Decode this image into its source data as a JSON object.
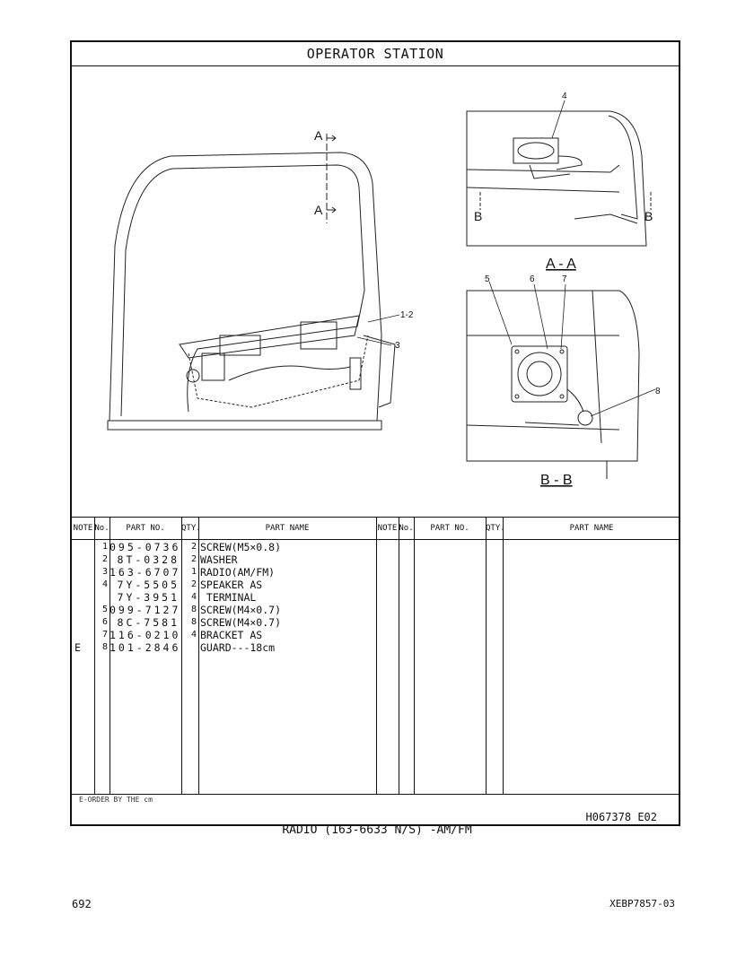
{
  "title": "OPERATOR STATION",
  "drawing_labels": {
    "a_top": "A",
    "a_bottom": "A",
    "c12": "1-2",
    "c3": "3",
    "c4": "4",
    "b_left": "B",
    "b_right": "B",
    "view_aa": "A - A",
    "c5": "5",
    "c6": "6",
    "c7": "7",
    "c8": "8",
    "view_bb": "B - B"
  },
  "table": {
    "headers": {
      "note": "NOTE",
      "no": "No.",
      "part_no": "PART NO.",
      "qty": "QTY.",
      "part_name": "PART NAME"
    },
    "rows": [
      {
        "note": "",
        "no": "1",
        "part_no": "095-0736",
        "qty": "2",
        "name": "SCREW(M5×0.8)"
      },
      {
        "note": "",
        "no": "2",
        "part_no": "8T-0328",
        "qty": "2",
        "name": "WASHER"
      },
      {
        "note": "",
        "no": "3",
        "part_no": "163-6707",
        "qty": "1",
        "name": "RADIO(AM/FM)"
      },
      {
        "note": "",
        "no": "4",
        "part_no": "7Y-5505",
        "qty": "2",
        "name": "SPEAKER AS"
      },
      {
        "note": "",
        "no": "",
        "part_no": "7Y-3951",
        "qty": "4",
        "name": " TERMINAL"
      },
      {
        "note": "",
        "no": "5",
        "part_no": "099-7127",
        "qty": "8",
        "name": "SCREW(M4×0.7)"
      },
      {
        "note": "",
        "no": "6",
        "part_no": "8C-7581",
        "qty": "8",
        "name": "SCREW(M4×0.7)"
      },
      {
        "note": "",
        "no": "7",
        "part_no": "116-0210",
        "qty": "4",
        "name": "BRACKET AS"
      },
      {
        "note": "E",
        "no": "8",
        "part_no": "101-2846",
        "qty": "",
        "name": "GUARD---18cm"
      }
    ]
  },
  "footnote": "E-ORDER BY THE cm",
  "drawing_code": "H067378  E02",
  "caption": "RADIO (163-6633 N/S) -AM/FM",
  "page_number": "692",
  "doc_number": "XEBP7857-03"
}
